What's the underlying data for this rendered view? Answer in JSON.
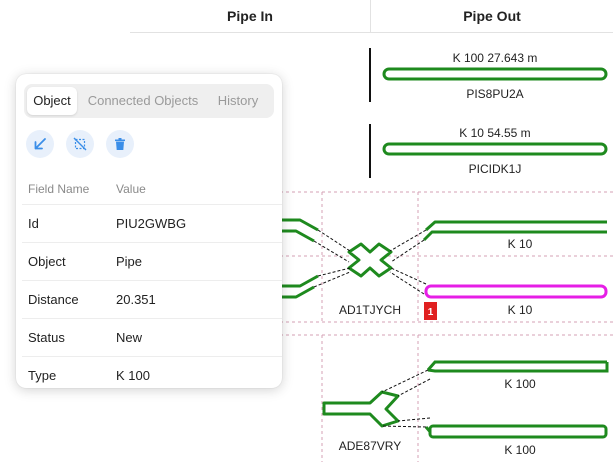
{
  "header": {
    "pipe_in": "Pipe In",
    "pipe_out": "Pipe Out"
  },
  "pipes_out": [
    {
      "label": "K 100 27.643 m",
      "id": "PIS8PU2A"
    },
    {
      "label": "K 10 54.55 m",
      "id": "PICIDK1J"
    }
  ],
  "junctions": [
    {
      "id": "AD1TJYCH",
      "out_labels": [
        "K 10",
        "K 10"
      ],
      "badge": "1"
    },
    {
      "id": "ADE87VRY",
      "out_labels": [
        "K 100",
        "K 100"
      ]
    }
  ],
  "panel": {
    "tabs": [
      "Object",
      "Connected Objects",
      "History"
    ],
    "active_tab": "Object",
    "tools": [
      "zoom-to-icon",
      "hide-icon",
      "delete-icon"
    ],
    "columns": {
      "field": "Field Name",
      "value": "Value"
    },
    "rows": [
      {
        "field": "Id",
        "value": "PIU2GWBG"
      },
      {
        "field": "Object",
        "value": "Pipe"
      },
      {
        "field": "Distance",
        "value": "20.351"
      },
      {
        "field": "Status",
        "value": "New"
      },
      {
        "field": "Type",
        "value": "K 100"
      }
    ]
  },
  "colors": {
    "pipe": "#1e8a1e",
    "selected_pipe": "#e61ee6",
    "badge": "#e02020",
    "grid": "#d4a0b4",
    "tool_icon": "#3b8ee8"
  }
}
